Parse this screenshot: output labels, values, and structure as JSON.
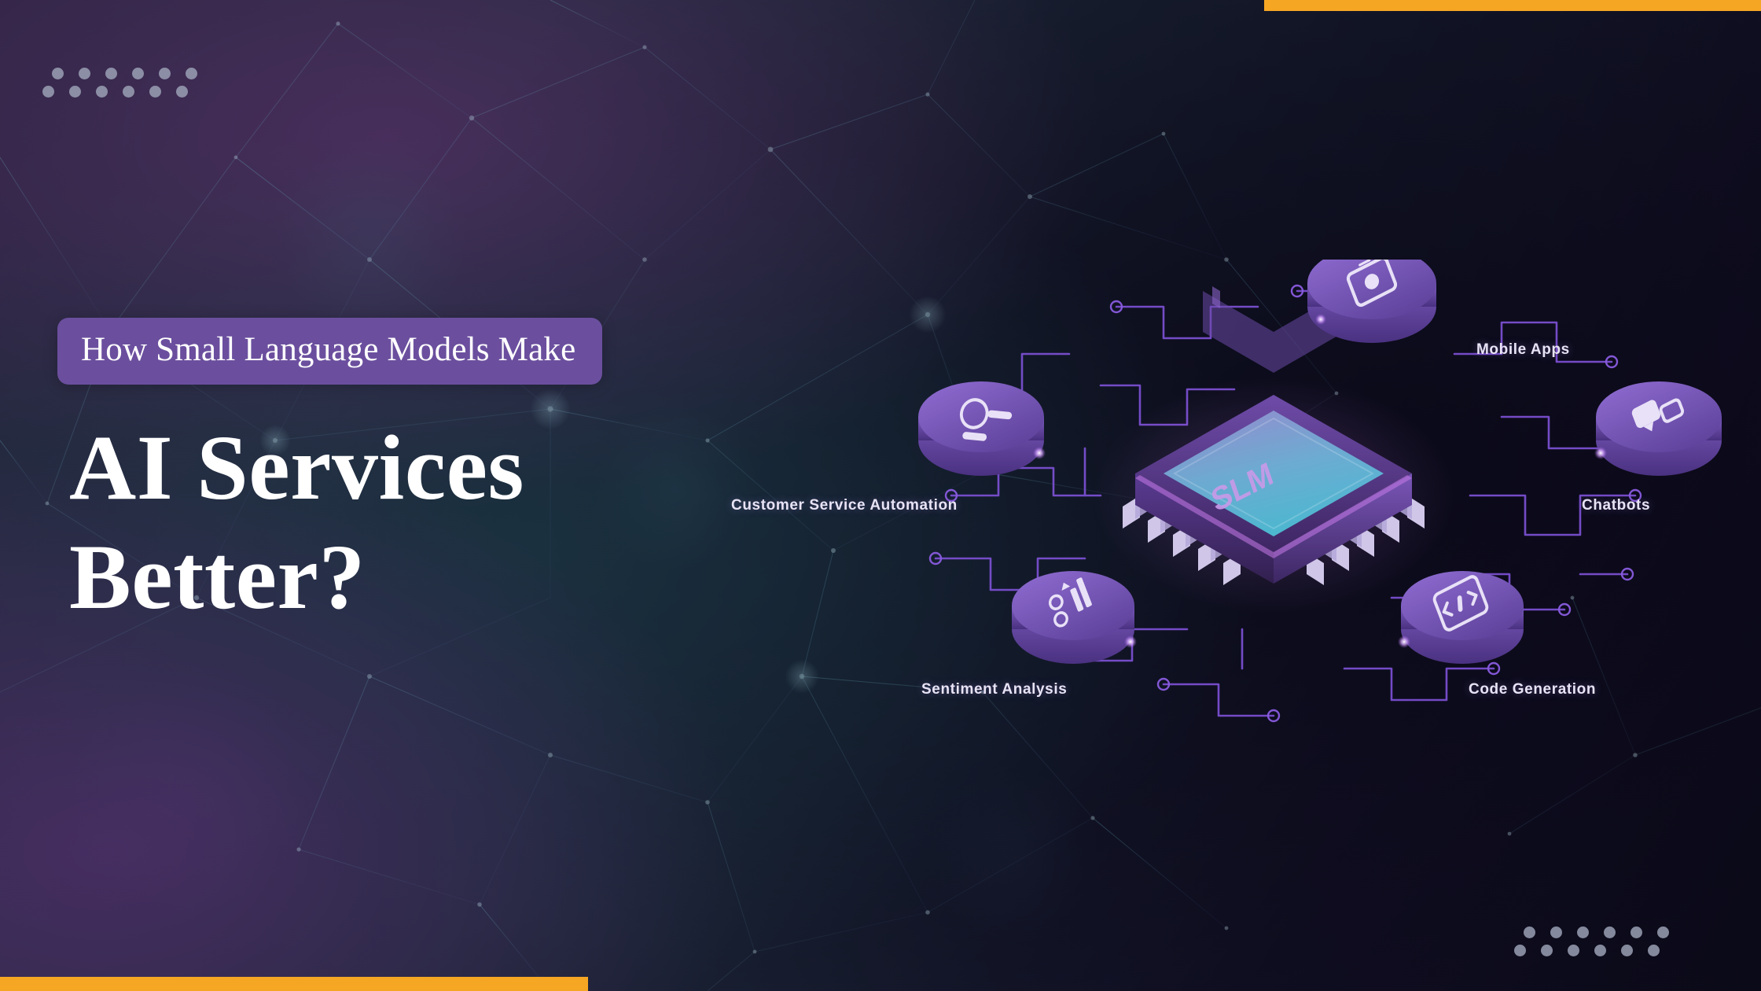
{
  "banner": {
    "eyebrow": "How Small Language Models Make",
    "title_line1": "AI Services",
    "title_line2": "Better?",
    "accent_color": "#f5a623",
    "badge_color": "#6b4f9e",
    "background_color": "#151a2c"
  },
  "illustration": {
    "chip_label": "SLM",
    "nodes": [
      {
        "id": "customer-service-automation",
        "label": "Customer Service Automation",
        "icon": "lightbulb-gear-icon"
      },
      {
        "id": "mobile-apps",
        "label": "Mobile Apps",
        "icon": "smartphone-icon"
      },
      {
        "id": "chatbots",
        "label": "Chatbots",
        "icon": "chat-bubble-icon"
      },
      {
        "id": "sentiment-analysis",
        "label": "Sentiment Analysis",
        "icon": "bar-chart-emoji-icon"
      },
      {
        "id": "code-generation",
        "label": "Code Generation",
        "icon": "code-brackets-icon"
      }
    ]
  },
  "decorations": {
    "dot_grid_top_left": {
      "rows": 2,
      "columns": 6,
      "color": "#9aa0b4"
    },
    "dot_grid_bottom_right": {
      "rows": 2,
      "columns": 6,
      "color": "#9aa0b4"
    }
  }
}
